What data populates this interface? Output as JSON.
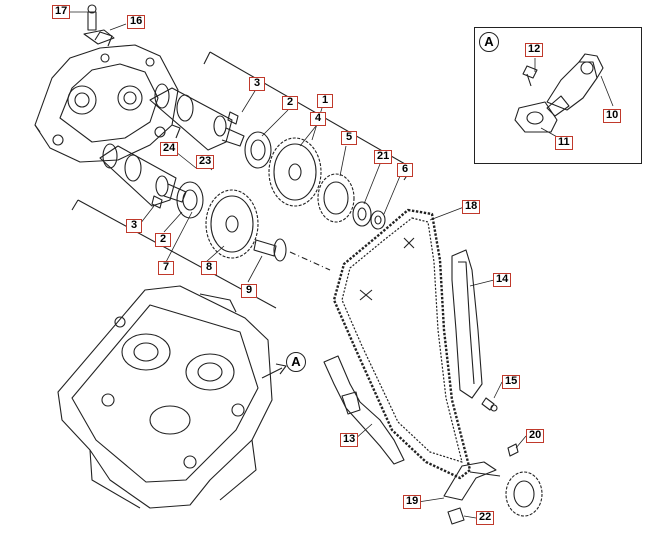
{
  "callouts": [
    "1",
    "2",
    "2",
    "3",
    "3",
    "4",
    "5",
    "6",
    "7",
    "8",
    "9",
    "10",
    "11",
    "12",
    "13",
    "14",
    "15",
    "16",
    "17",
    "18",
    "19",
    "20",
    "21",
    "22",
    "23",
    "24"
  ],
  "view_marks": {
    "inset_letter": "A",
    "arrow_letter": "A"
  }
}
